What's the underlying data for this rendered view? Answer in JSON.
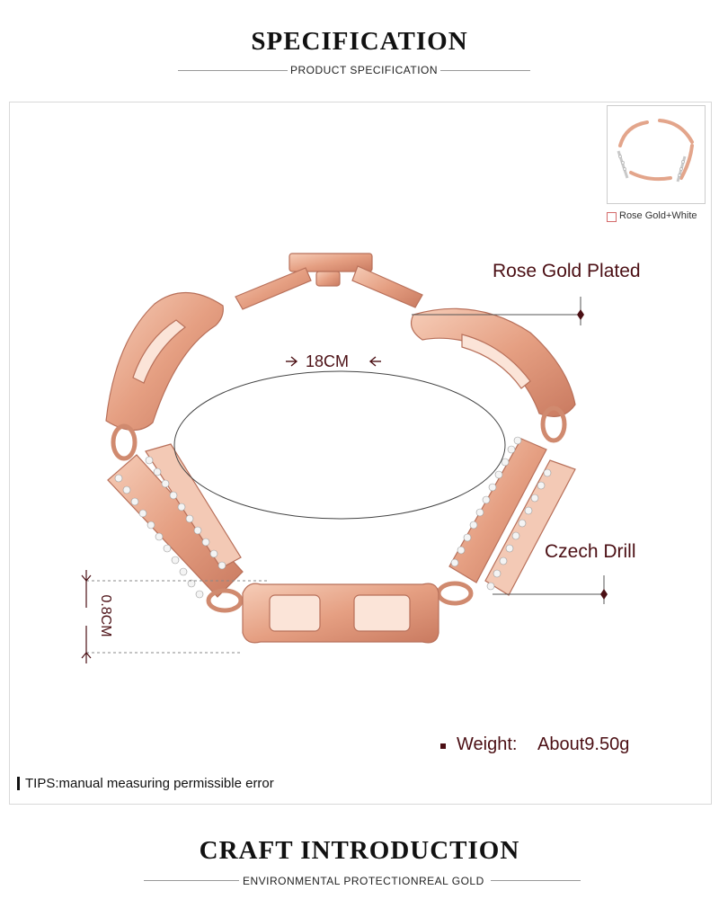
{
  "header": {
    "title": "SPECIFICATION",
    "subtitle": "PRODUCT SPECIFICATION"
  },
  "thumbnail": {
    "color_option": "Rose Gold+White"
  },
  "annotations": {
    "plating": "Rose Gold Plated",
    "circumference": "18CM",
    "stone": "Czech Drill",
    "width": "0.8CM",
    "weight_label": "Weight:",
    "weight_value": "About9.50g"
  },
  "tips": "TIPS:manual measuring permissible error",
  "footer": {
    "title": "CRAFT INTRODUCTION",
    "subtitle_left": "ENVIRONMENTAL PROTECTION",
    "subtitle_right": "REAL GOLD"
  },
  "colors": {
    "rose_gold": "#e6a98f",
    "rose_gold_dark": "#b8705a",
    "label": "#4b0f14"
  }
}
